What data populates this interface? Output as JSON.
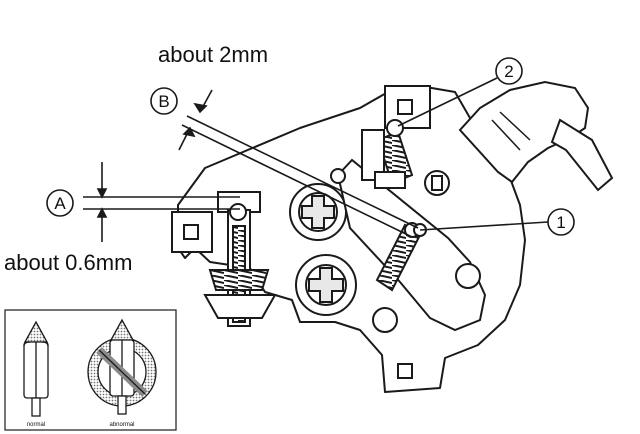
{
  "labels": {
    "gap_b_measure": "about 2mm",
    "gap_a_measure": "about 0.6mm",
    "callout_a": "A",
    "callout_b": "B",
    "callout_1": "1",
    "callout_2": "2"
  },
  "inset": {
    "normal_label": "normal",
    "abnormal_label": "abnormal"
  },
  "colors": {
    "line": "#1a1a1a",
    "shade": "#8a8a8a",
    "background": "#ffffff"
  }
}
